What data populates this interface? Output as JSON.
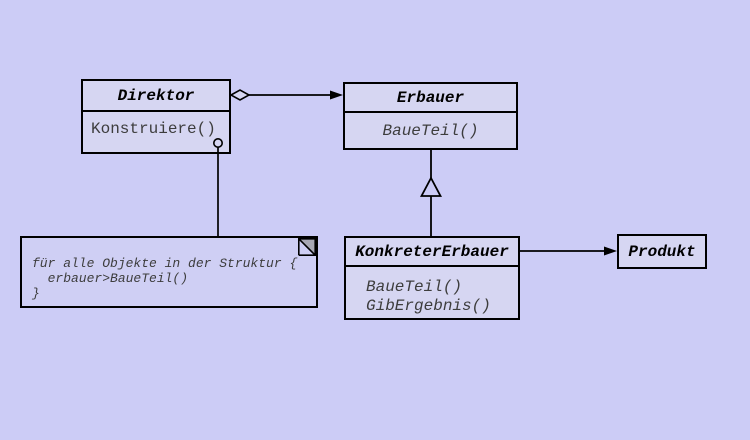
{
  "colors": {
    "background": "#ccccf6",
    "class_fill": "#d6d6f2",
    "border": "#000000",
    "method_text": "#3d3d3d",
    "note_fold_gray": "#a8a8b4"
  },
  "classes": [
    {
      "name": "Direktor",
      "methods": [
        "Konstruiere()"
      ]
    },
    {
      "name": "Erbauer",
      "methods": [
        "BaueTeil()"
      ]
    },
    {
      "name": "KonkreterErbauer",
      "methods": [
        "BaueTeil()",
        "GibErgebnis()"
      ]
    },
    {
      "name": "Produkt",
      "methods": []
    }
  ],
  "note": {
    "lines": [
      "für alle Objekte in der Struktur {",
      "  erbauer>BaueTeil()",
      "}"
    ]
  },
  "relationships": [
    {
      "type": "aggregation",
      "from": "Direktor",
      "to": "Erbauer"
    },
    {
      "type": "generalization",
      "from": "KonkreterErbauer",
      "to": "Erbauer"
    },
    {
      "type": "association",
      "from": "KonkreterErbauer",
      "to": "Produkt"
    },
    {
      "type": "note-anchor",
      "from": "Direktor",
      "to": "note"
    }
  ]
}
